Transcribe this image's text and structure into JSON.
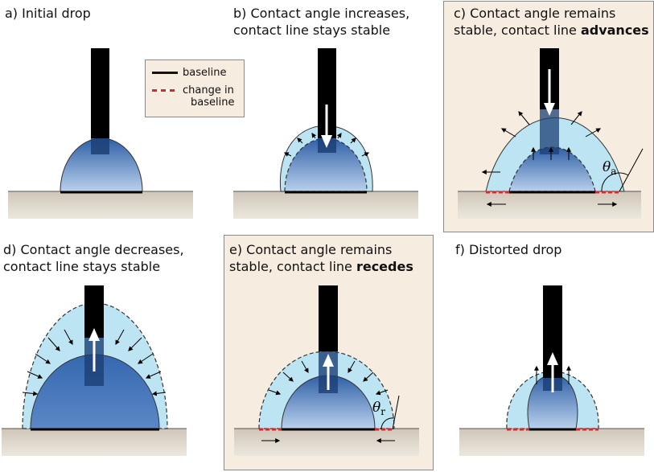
{
  "panels": {
    "a": {
      "line1": "a) Initial drop"
    },
    "b": {
      "line1": "b) Contact angle increases,",
      "line2": "contact line stays stable"
    },
    "c": {
      "line1": "c) Contact angle remains",
      "line2_prefix": "stable, contact line ",
      "line2_bold": "advances",
      "angle_symbol": "θ",
      "angle_sub": "a"
    },
    "d": {
      "line1": "d) Contact angle decreases,",
      "line2": "contact line stays stable"
    },
    "e": {
      "line1": "e) Contact angle remains",
      "line2_prefix": "stable, contact line ",
      "line2_bold": "recedes",
      "angle_symbol": "θ",
      "angle_sub": "r"
    },
    "f": {
      "line1": "f) Distorted drop"
    }
  },
  "legend": {
    "baseline": "baseline",
    "change_line1": "change in",
    "change_line2": "baseline"
  },
  "colors": {
    "highlight_box": "#f6ece0",
    "needle": "#000000",
    "drop_top": "#8fb0d8",
    "drop_bottom": "#2f5fa6",
    "halo": "#bde4f2",
    "change_dash": "#d42a2a"
  }
}
